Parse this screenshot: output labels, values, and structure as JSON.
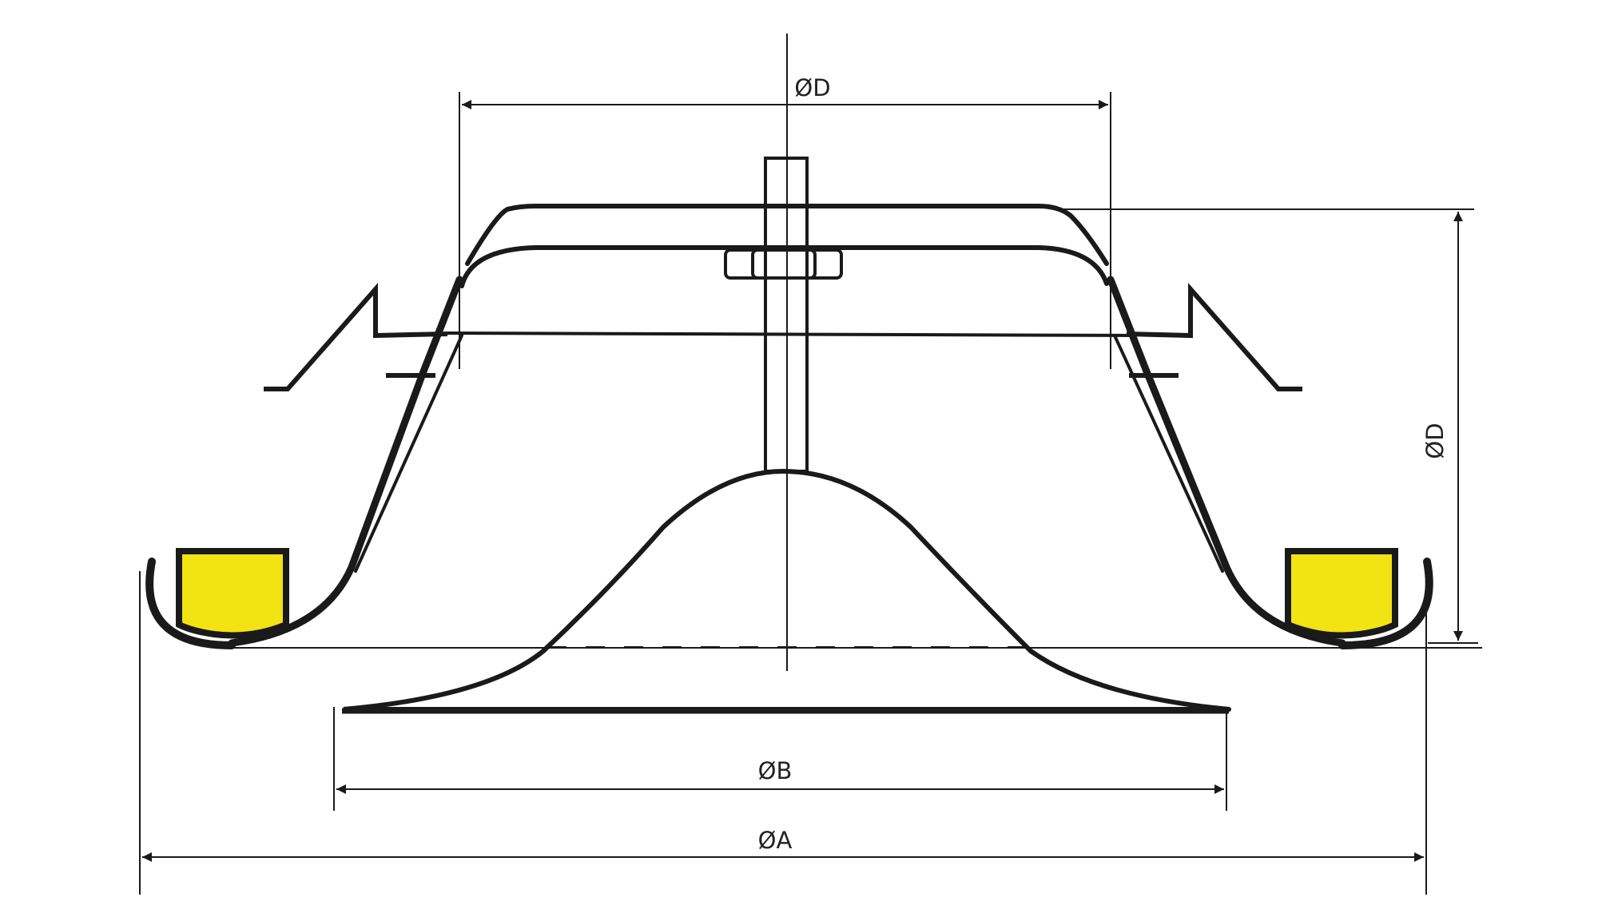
{
  "diagram": {
    "labels": {
      "top_diameter": "ØD",
      "height": "ØD",
      "plate_diameter": "ØB",
      "overall_diameter": "ØA"
    },
    "colors": {
      "line": "#1a1a1a",
      "seal_fill": "#f2e312",
      "background": "#ffffff"
    }
  }
}
